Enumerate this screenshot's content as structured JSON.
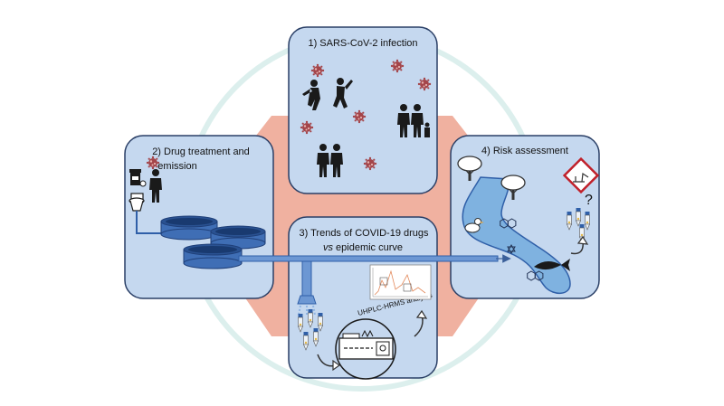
{
  "panels": {
    "infection": {
      "title": "1) SARS-CoV-2 infection"
    },
    "treatment": {
      "title_line1": "2) Drug treatment and",
      "title_line2": "emission"
    },
    "trends": {
      "title_line1": "3) Trends of COVID-19 drugs",
      "title_line2_italic": "vs",
      "title_line2_rest": " epidemic curve",
      "instrument_label": "UHPLC-HRMS analysis"
    },
    "risk": {
      "title": "4) Risk assessment",
      "hazard_mark": "?"
    }
  },
  "colors": {
    "panel_fill": "#c5d8ef",
    "panel_stroke": "#2a3f66",
    "diamond": "#f0b1a0",
    "ring": "#dcefed",
    "tank": "#3f6eb5",
    "river": "#7fb2e0",
    "virus": "#a4454a",
    "silhouette": "#1a1a1a"
  }
}
